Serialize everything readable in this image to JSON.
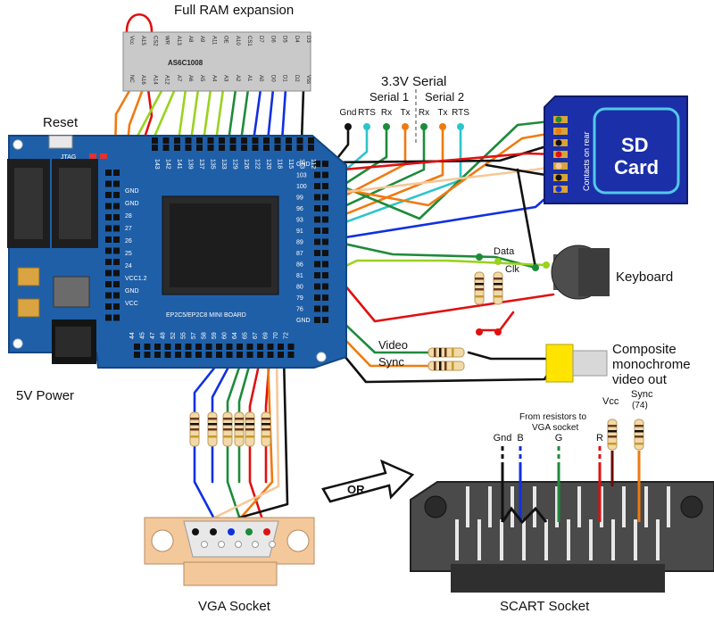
{
  "labels": {
    "ram": "Full RAM expansion",
    "ram_chip": "AS6C1008",
    "reset": "Reset",
    "power": "5V Power",
    "serial": "3.3V Serial",
    "serial1": "Serial 1",
    "serial2": "Serial 2",
    "sd_line1": "SD",
    "sd_line2": "Card",
    "sd_note": "Contacts on rear",
    "keyboard": "Keyboard",
    "data": "Data",
    "clk": "Clk",
    "video": "Video",
    "sync": "Sync",
    "composite1": "Composite",
    "composite2": "monochrome",
    "composite3": "video out",
    "vga": "VGA Socket",
    "scart": "SCART Socket",
    "or": "OR",
    "from1": "From resistors to",
    "from2": "VGA socket",
    "vcc": "Vcc",
    "sync_top": "Sync",
    "sync74": "(74)",
    "board": "EP2C5/EP2C8 MINI BOARD",
    "jtag": "JTAG"
  },
  "serial_pins": [
    "Gnd",
    "RTS",
    "Rx",
    "Tx",
    "Rx",
    "Tx",
    "RTS"
  ],
  "scart_pins": [
    "Gnd",
    "B",
    "G",
    "R"
  ],
  "ram_pins": [
    "Vcc",
    "A15",
    "CS2",
    "WR",
    "A13",
    "A8",
    "A9",
    "A11",
    "OE",
    "A10",
    "CS1",
    "D7",
    "D6",
    "D5",
    "D4",
    "D3"
  ],
  "ram_pins_bottom": [
    "NC",
    "A16",
    "A14",
    "A12",
    "A7",
    "A6",
    "A5",
    "A4",
    "A3",
    "A2",
    "A1",
    "A0",
    "D0",
    "D1",
    "D2",
    "Vss"
  ],
  "board_right_pins": [
    "GND",
    "103",
    "100",
    "99",
    "96",
    "93",
    "91",
    "89",
    "87",
    "86",
    "81",
    "80",
    "79",
    "76",
    "GND"
  ],
  "board_top_pins": [
    "143",
    "142",
    "141",
    "139",
    "137",
    "135",
    "133",
    "129",
    "126",
    "122",
    "120",
    "118",
    "115",
    "113",
    "112"
  ],
  "board_bottom_pins": [
    "44",
    "45",
    "47",
    "48",
    "52",
    "55",
    "57",
    "58",
    "59",
    "60",
    "64",
    "65",
    "67",
    "69",
    "70",
    "72"
  ],
  "board_left_pins": [
    "GND",
    "GND",
    "28",
    "27",
    "26",
    "25",
    "24",
    "VCC1.2",
    "GND",
    "VCC"
  ],
  "colors": {
    "board": "#1f5fa8",
    "board_dark": "#124682",
    "wire_red": "#e01010",
    "wire_orange": "#f07a10",
    "wire_lime": "#9ad21e",
    "wire_green": "#1d8b3a",
    "wire_blue": "#1030e0",
    "wire_cyan": "#2ec4cc",
    "wire_black": "#111111",
    "wire_peach": "#f5c89a",
    "sd_blue": "#1b2fa8"
  }
}
